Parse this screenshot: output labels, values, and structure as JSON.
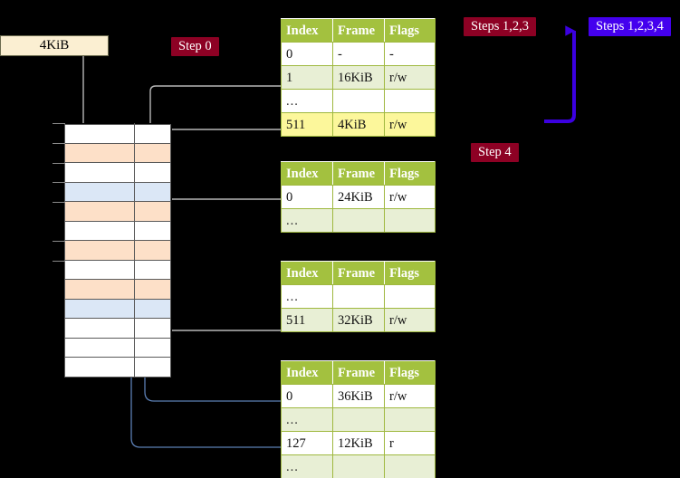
{
  "diagram": {
    "title_hidden": "",
    "background_color": "#000000"
  },
  "size_box": {
    "label": "4KiB"
  },
  "badges": {
    "step0": "Step 0",
    "step4": "Step 4",
    "steps123": "Steps 1,2,3",
    "steps1234": "Steps 1,2,3,4",
    "crimson_color": "#8d0124",
    "violet_color": "#4400ee"
  },
  "table_headers": [
    "Index",
    "Frame",
    "Flags"
  ],
  "tables": [
    {
      "name": "pml4-table",
      "rows": [
        {
          "index": "0",
          "frame": "-",
          "flags": "-",
          "shade": "odd",
          "highlight": false
        },
        {
          "index": "1",
          "frame": "16KiB",
          "flags": "r/w",
          "shade": "even",
          "highlight": false
        },
        {
          "index": "...",
          "frame": "",
          "flags": "",
          "shade": "odd",
          "highlight": false
        },
        {
          "index": "511",
          "frame": "4KiB",
          "flags": "r/w",
          "shade": "even",
          "highlight": true
        }
      ]
    },
    {
      "name": "pdp-table",
      "rows": [
        {
          "index": "0",
          "frame": "24KiB",
          "flags": "r/w",
          "shade": "odd",
          "highlight": false
        },
        {
          "index": "...",
          "frame": "",
          "flags": "",
          "shade": "even",
          "highlight": false
        }
      ]
    },
    {
      "name": "pd-table",
      "rows": [
        {
          "index": "...",
          "frame": "",
          "flags": "",
          "shade": "odd",
          "highlight": false
        },
        {
          "index": "511",
          "frame": "32KiB",
          "flags": "r/w",
          "shade": "even",
          "highlight": false
        }
      ]
    },
    {
      "name": "pt-table",
      "rows": [
        {
          "index": "0",
          "frame": "36KiB",
          "flags": "r/w",
          "shade": "odd",
          "highlight": false
        },
        {
          "index": "...",
          "frame": "",
          "flags": "",
          "shade": "even",
          "highlight": false
        },
        {
          "index": "127",
          "frame": "12KiB",
          "flags": "r",
          "shade": "odd",
          "highlight": false
        },
        {
          "index": "...",
          "frame": "",
          "flags": "",
          "shade": "even",
          "highlight": false
        }
      ]
    }
  ],
  "memory_grid": {
    "row_count": 13,
    "rows": [
      {
        "fill": "white"
      },
      {
        "fill": "peach"
      },
      {
        "fill": "white"
      },
      {
        "fill": "blue"
      },
      {
        "fill": "peach"
      },
      {
        "fill": "white"
      },
      {
        "fill": "peach"
      },
      {
        "fill": "white"
      },
      {
        "fill": "peach"
      },
      {
        "fill": "blue"
      },
      {
        "fill": "white"
      },
      {
        "fill": "white"
      },
      {
        "fill": "white"
      }
    ],
    "peach_color": "#fde0c8",
    "blue_color": "#dbe7f6"
  },
  "connectors": {
    "gray_color": "#b0b0b0",
    "blue_color": "#5b7fb4",
    "violet_color": "#4400ee"
  }
}
